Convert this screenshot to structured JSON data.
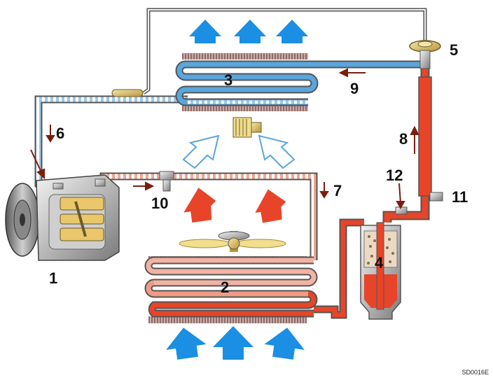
{
  "labels": {
    "compressor": "1",
    "condenser": "2",
    "evaporator": "3",
    "receiver_drier": "4",
    "expansion_valve": "5",
    "suction_line_flow": "6",
    "discharge_line_flow": "7",
    "liquid_line_flow": "8",
    "evaporator_flow": "9",
    "service_valve_low": "10",
    "service_valve_high": "11",
    "sight_glass_switch": "12"
  },
  "figure_code": "SD0016E",
  "colors": {
    "high_pressure_liquid": "#e8442a",
    "high_pressure_gas": "#f2b3a3",
    "low_pressure_liquid": "#5aa6dd",
    "low_pressure_gas": "#b9d8ef",
    "cool_air": "#1a8fe3",
    "warm_air": "#e8442a",
    "pipe_outline": "#555555"
  },
  "icons": {
    "compressor": "compressor-icon",
    "condenser": "condenser-coil-icon",
    "evaporator": "evaporator-coil-icon",
    "fan": "fan-icon",
    "blower": "blower-icon",
    "receiver": "receiver-drier-icon",
    "valve": "expansion-valve-icon"
  }
}
